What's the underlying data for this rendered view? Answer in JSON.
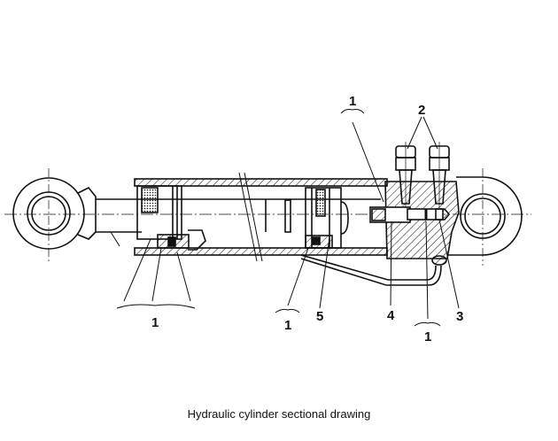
{
  "figure": {
    "title": "Hydraulic cylinder sectional drawing",
    "labels": {
      "l1_top": "1",
      "l2": "2",
      "l1_left": "1",
      "l1_mid": "1",
      "l5": "5",
      "l4": "4",
      "l3": "3",
      "l1_bottom": "1"
    },
    "colors": {
      "ink": "#111111",
      "background": "#ffffff"
    }
  }
}
